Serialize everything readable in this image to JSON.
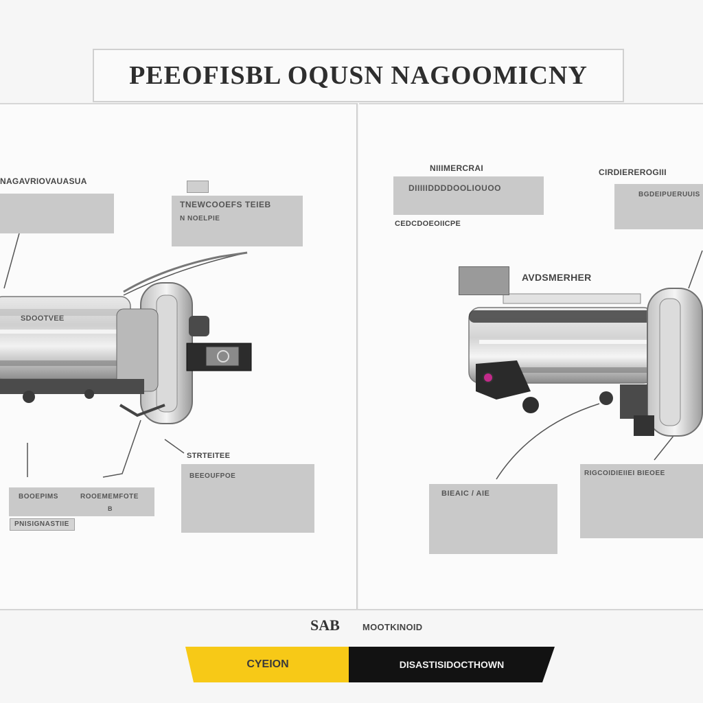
{
  "header": {
    "title": "PEEOFISBL OQUSN NAGOOMICNY"
  },
  "left_panel": {
    "callouts": {
      "top_left_label": "NAGAVRIOVAUASUA",
      "top_mid_header": "TNEWCOOEFS TEIEB",
      "top_mid_sub": "N NOELPIE",
      "body_label": "SDOOTVEE",
      "bottom_mid_header": "STRTEITEE",
      "bottom_mid_sub": "BEEOUFPOE",
      "bottom_left_label": "BOOEPIMS",
      "bottom_left_small": "ROOEMEMFOTE",
      "bottom_left_tab": "PNISIGNASTIIE",
      "bottom_left_mark": "B"
    }
  },
  "right_panel": {
    "callouts": {
      "top_left_title": "NIIIMERCRAI",
      "top_left_box": "DIIIIIDDDDOOLIOUOO",
      "top_left_sub": "CEDCDOEOIICPE",
      "top_right_title": "CIRDIEREROGIII",
      "top_right_box": "BGDEIPUERUUIS",
      "mid_label": "AVDSMERHER",
      "bottom_mid_text": "BIEAIC / AIE",
      "bottom_right_text": "RIGCOIDIEIIEI BIEOEE"
    }
  },
  "footer": {
    "code_left": "SAB",
    "code_right": "MOOTKINOID",
    "btn_primary": "CYEION",
    "btn_secondary": "DISASTISIDOCTHOWN"
  },
  "colors": {
    "accent_yellow": "#f7c917",
    "accent_black": "#121212",
    "callout_gray": "#c9c9c9",
    "highlight_magenta": "#c22a8a"
  }
}
